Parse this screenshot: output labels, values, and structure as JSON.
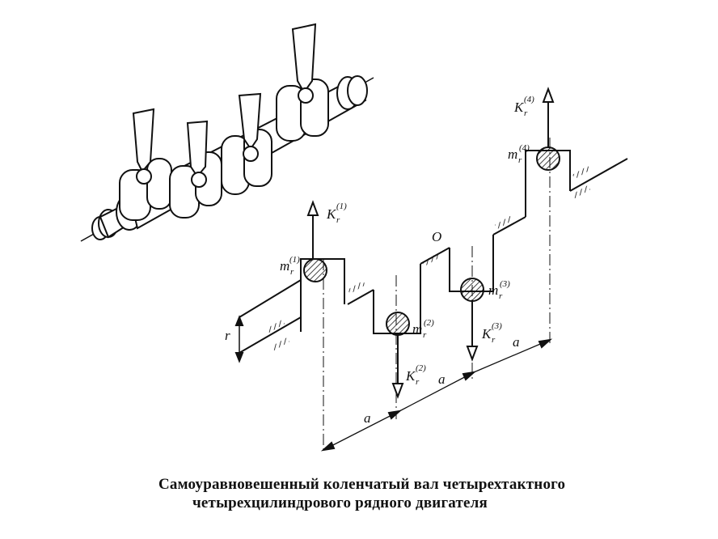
{
  "caption": {
    "line1": "Самоуравновешенный коленчатый вал четырехтактного",
    "line2": "четырехцилиндрового рядного двигателя"
  },
  "labels": {
    "masses": [
      {
        "base": "m",
        "sub": "r",
        "sup": "(1)"
      },
      {
        "base": "m",
        "sub": "r",
        "sup": "(2)"
      },
      {
        "base": "m",
        "sub": "r",
        "sup": "(3)"
      },
      {
        "base": "m",
        "sub": "r",
        "sup": "(4)"
      }
    ],
    "forces": [
      {
        "base": "K",
        "sub": "r",
        "sup": "(1)"
      },
      {
        "base": "K",
        "sub": "r",
        "sup": "(2)"
      },
      {
        "base": "K",
        "sub": "r",
        "sup": "(3)"
      },
      {
        "base": "K",
        "sub": "r",
        "sup": "(4)"
      }
    ],
    "spacing": "a",
    "radius": "r",
    "origin": "O"
  },
  "colors": {
    "ink": "#111111",
    "hatch": "#222222"
  }
}
